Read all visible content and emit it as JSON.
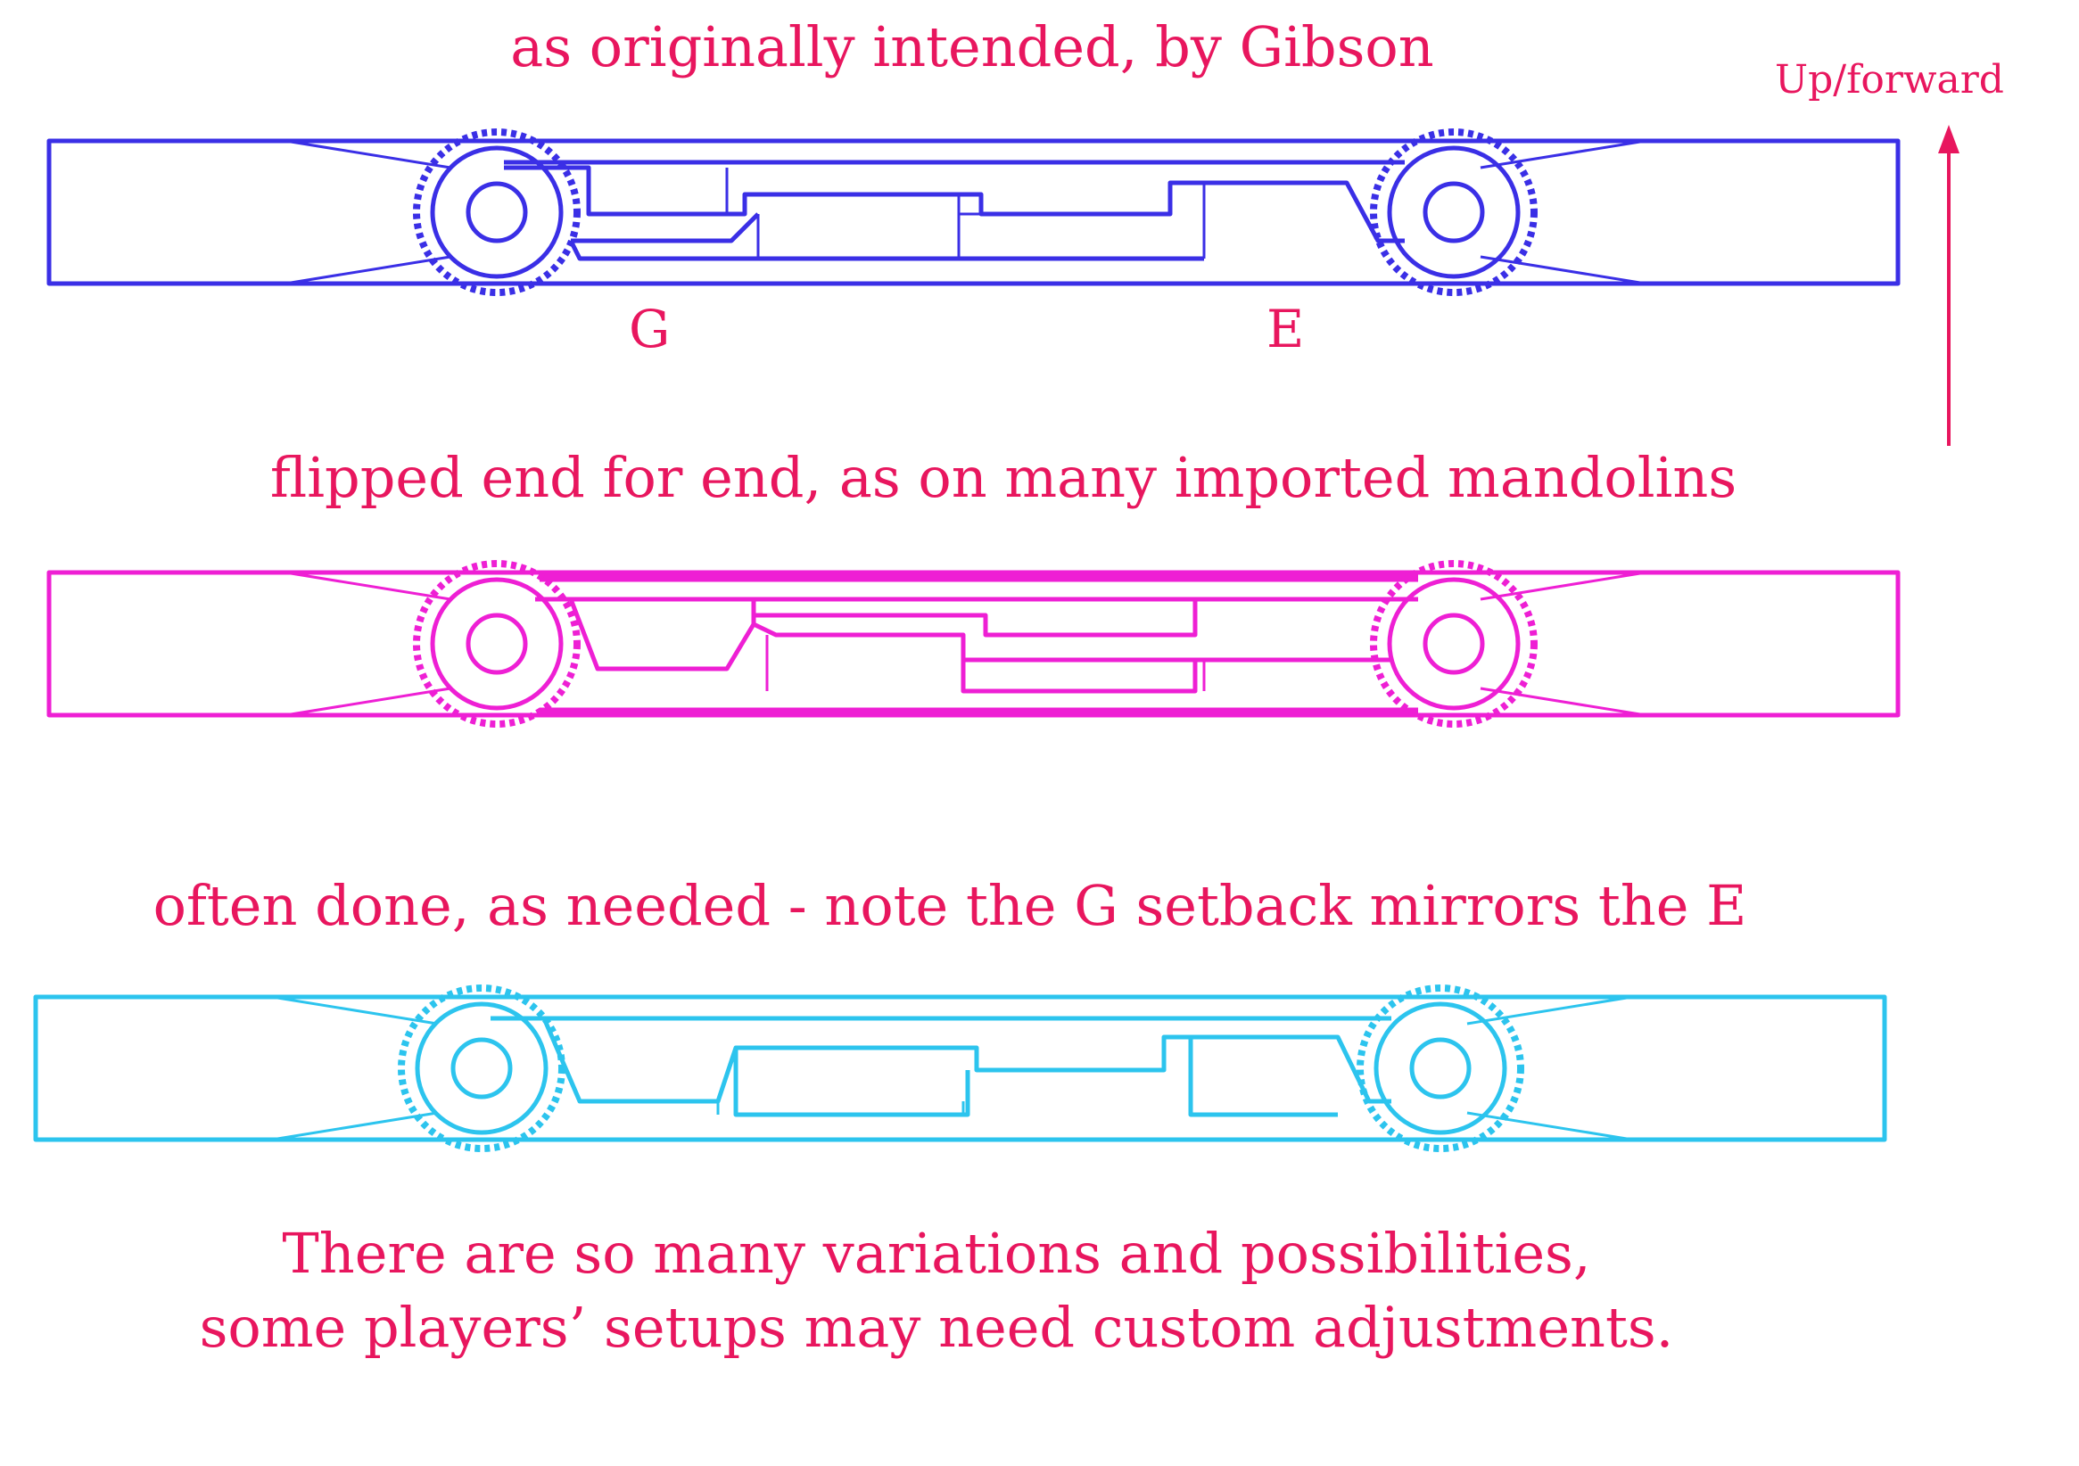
{
  "captions": {
    "original": "as originally intended, by Gibson",
    "flipped": "flipped end for end, as on many imported mandolins",
    "often": "often done, as needed - note the G setback mirrors the E"
  },
  "string_labels": {
    "g": "G",
    "e": "E"
  },
  "direction": {
    "label": "Up/forward"
  },
  "footer": {
    "line1": "There are so many variations and possibilities,",
    "line2": "some players’ setups may need custom adjustments."
  },
  "colors": {
    "text": "#e8165e",
    "original_bridge": "#3a2fe6",
    "flipped_bridge": "#ee1fd4",
    "often_bridge": "#2cc4ee"
  },
  "icons": {
    "arrow": "up-arrow-icon",
    "thumbwheel": "thumbwheel-icon"
  }
}
